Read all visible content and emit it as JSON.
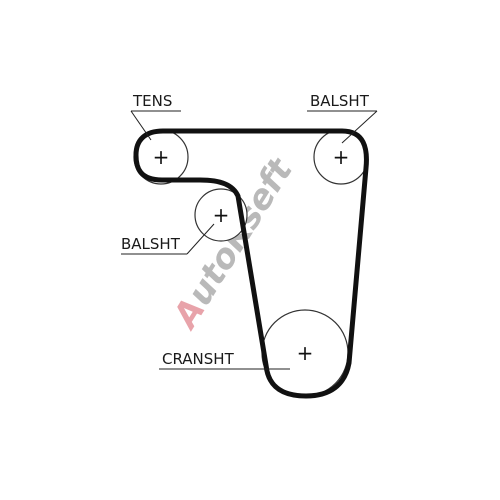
{
  "diagram": {
    "labels": {
      "tens": "TENS",
      "balsht_top": "BALSHT",
      "balsht_mid": "BALSHT",
      "cranksht": "CRANSHT"
    },
    "pulley_marker": "+"
  },
  "watermark": {
    "prefix": "A",
    "text": "utoKseft",
    "colors": {
      "prefix": "#e8a3aa",
      "text": "#b9b9b9"
    }
  },
  "colors": {
    "belt": "#111111",
    "pulley": "#333333",
    "label": "#1a1a1a"
  }
}
